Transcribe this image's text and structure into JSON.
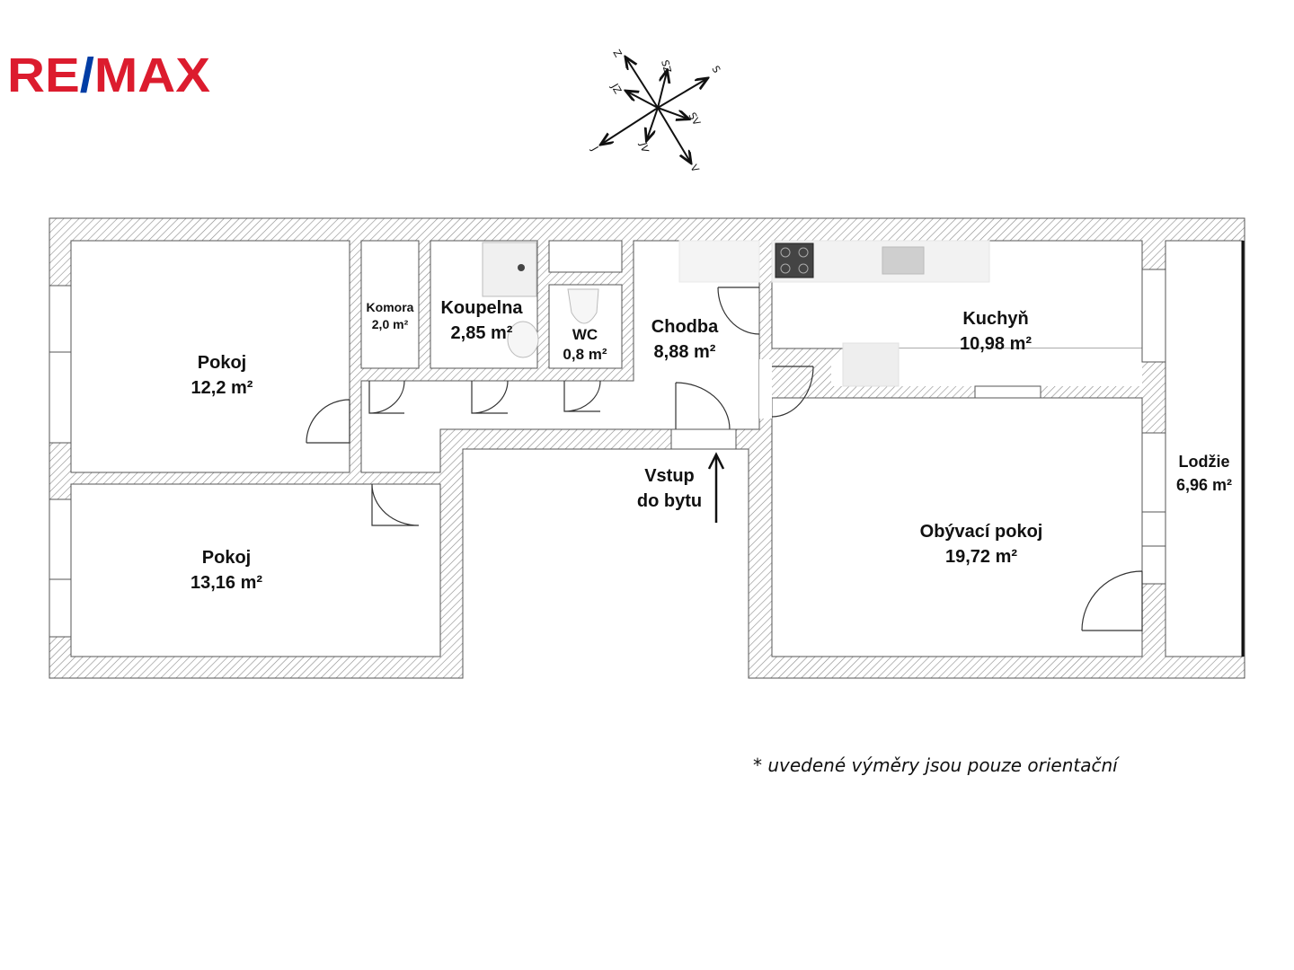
{
  "brand": {
    "name": "RE/MAX",
    "colors": {
      "red": "#dc1c2e",
      "blue": "#003da5"
    }
  },
  "compass": {
    "directions": [
      "Z",
      "SZ",
      "S",
      "JZ",
      "SV",
      "J",
      "JV",
      "V"
    ]
  },
  "rooms": [
    {
      "id": "pokoj-1",
      "name": "Pokoj",
      "area": "12,2 m²"
    },
    {
      "id": "pokoj-2",
      "name": "Pokoj",
      "area": "13,16 m²"
    },
    {
      "id": "komora",
      "name": "Komora",
      "area": "2,0 m²"
    },
    {
      "id": "koupelna",
      "name": "Koupelna",
      "area": "2,85 m²"
    },
    {
      "id": "wc",
      "name": "WC",
      "area": "0,8 m²"
    },
    {
      "id": "chodba",
      "name": "Chodba",
      "area": "8,88 m²"
    },
    {
      "id": "kuchyn",
      "name": "Kuchyň",
      "area": "10,98 m²"
    },
    {
      "id": "obyvaci-pokoj",
      "name": "Obývací pokoj",
      "area": "19,72 m²"
    },
    {
      "id": "lodzie",
      "name": "Lodžie",
      "area": "6,96 m²"
    }
  ],
  "entrance": {
    "line1": "Vstup",
    "line2": "do bytu"
  },
  "footnote": "* uvedené výměry jsou pouze orientační",
  "colors": {
    "wall_hatch": "#8a8a8a",
    "wall_outline": "#555555"
  }
}
